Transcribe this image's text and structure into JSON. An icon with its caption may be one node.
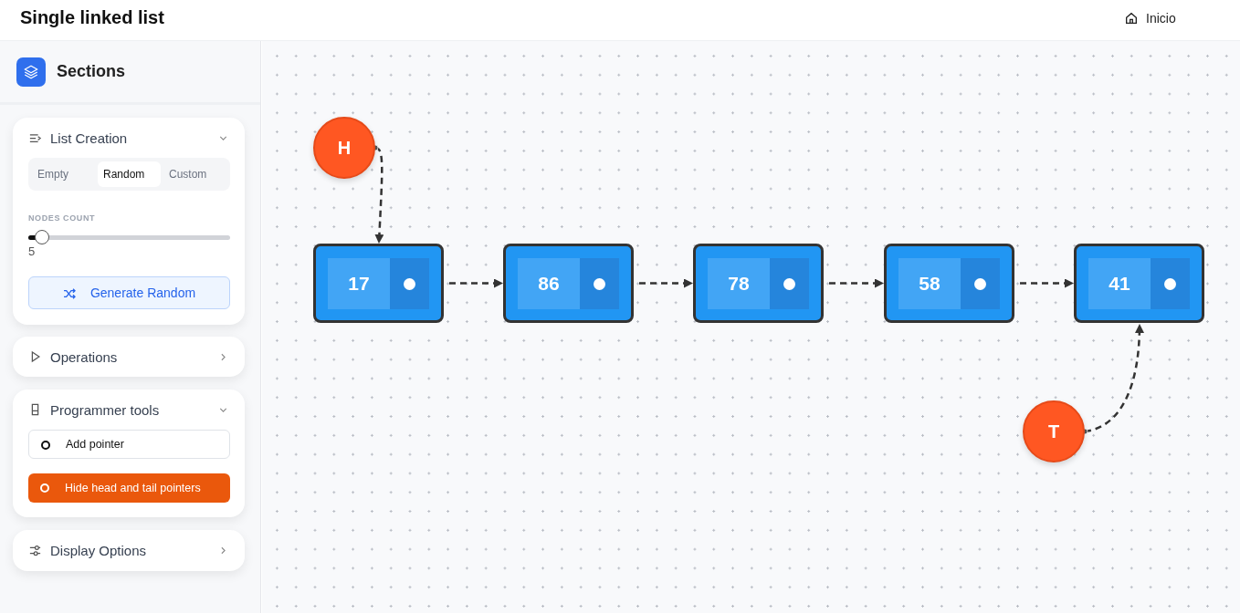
{
  "diagram": {
    "title": "Single linked list",
    "nodes": [
      {
        "text": [
          "H"
        ]
      },
      {
        "text": [
          "17"
        ]
      },
      {
        "text": [
          "86"
        ]
      },
      {
        "text": [
          "78"
        ]
      },
      {
        "text": [
          "58"
        ]
      },
      {
        "text": [
          "41"
        ]
      },
      {
        "text": [
          "T"
        ]
      }
    ],
    "edges": [
      {
        "from": 0,
        "to": 1,
        "arrow": "to",
        "style": "dashed"
      },
      {
        "from": 1,
        "to": 2,
        "arrow": "to",
        "style": "dashed"
      },
      {
        "from": 2,
        "to": 3,
        "arrow": "to",
        "style": "dashed"
      },
      {
        "from": 3,
        "to": 4,
        "arrow": "to",
        "style": "dashed"
      },
      {
        "from": 4,
        "to": 5,
        "arrow": "to",
        "style": "dashed"
      },
      {
        "from": 6,
        "to": 5,
        "arrow": "to",
        "style": "dashed"
      }
    ],
    "labels": [
      "Inicio",
      "Sections",
      "List Creation",
      "Empty",
      "Random",
      "Custom",
      "NODES COUNT",
      "5",
      "Generate Random",
      "Operations",
      "Programmer tools",
      "Add pointer",
      "Hide head and tail pointers",
      "Display Options"
    ]
  }
}
